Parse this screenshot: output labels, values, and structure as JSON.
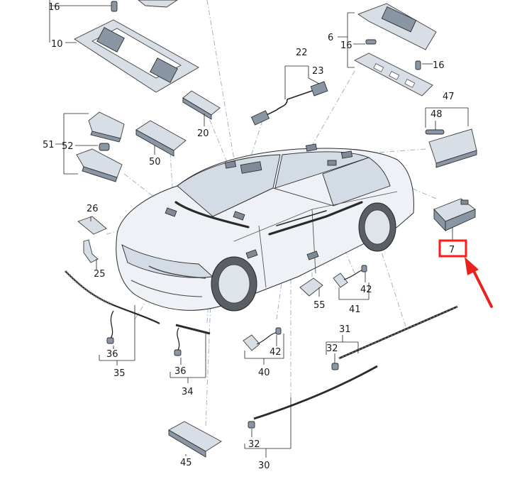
{
  "diagram": {
    "part_numbers": [
      "16",
      "10",
      "22",
      "23",
      "6",
      "16",
      "16",
      "47",
      "48",
      "51",
      "52",
      "20",
      "50",
      "26",
      "25",
      "7",
      "42",
      "41",
      "55",
      "36",
      "35",
      "36",
      "34",
      "42",
      "40",
      "31",
      "32",
      "32",
      "30",
      "45"
    ],
    "highlighted_part": "7",
    "colors": {
      "highlight": "#ff1a1a",
      "arrow": "#e8231e",
      "leader_dash": "#9fb4c8",
      "part_fill": "#d7dee6"
    }
  }
}
